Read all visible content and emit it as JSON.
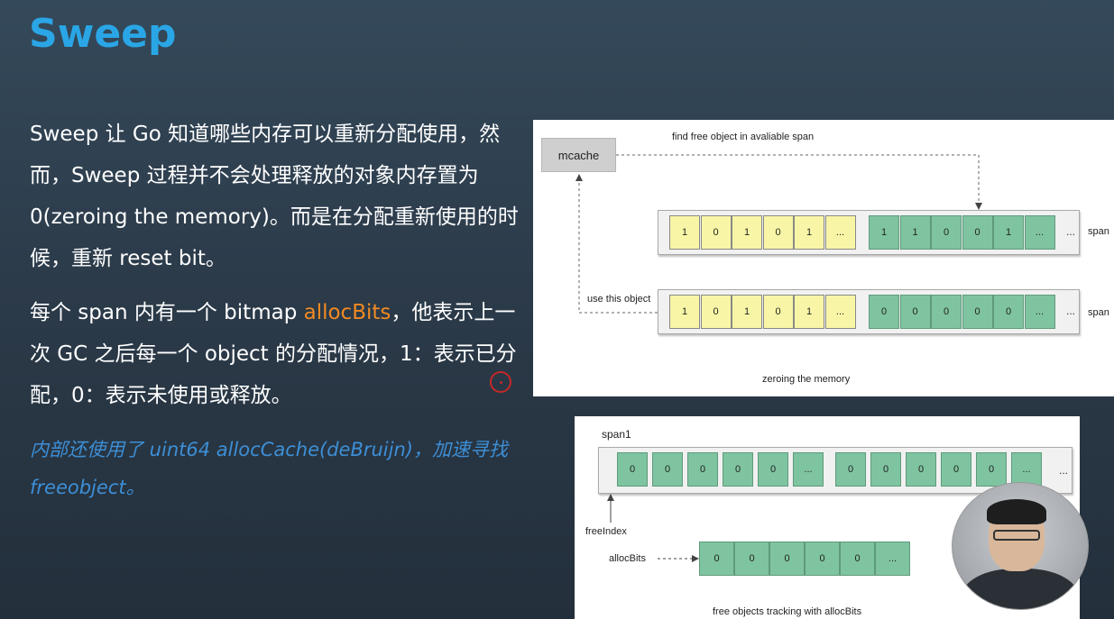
{
  "slide": {
    "title": "Sweep",
    "p1": "Sweep 让 Go 知道哪些内存可以重新分配使用，然而，Sweep 过程并不会处理释放的对象内存置为0(zeroing the memory)。而是在分配重新使用的时候，重新 reset bit。",
    "p2_before": "每个 span 内有一个 bitmap ",
    "p2_highlight": "allocBits",
    "p2_after": "，他表示上一次 GC 之后每一个 object 的分配情况，1：表示已分配，0：表示未使用或释放。",
    "note": "内部还使用了 uint64 allocCache(deBruijn)，加速寻找freeobject。",
    "highlight_color": "#f08a24",
    "title_color": "#2aa6e6",
    "note_color": "#3d8fd6"
  },
  "figure1": {
    "mcache_label": "mcache",
    "find_label": "find free object in avaliable span",
    "use_label": "use this object",
    "zero_label": "zeroing the memory",
    "span_label": "span",
    "ellipsis": "...",
    "row1": {
      "yellow": [
        "1",
        "0",
        "1",
        "0",
        "1",
        "..."
      ],
      "green": [
        "1",
        "1",
        "0",
        "0",
        "1",
        "..."
      ]
    },
    "row2": {
      "yellow": [
        "1",
        "0",
        "1",
        "0",
        "1",
        "..."
      ],
      "green": [
        "0",
        "0",
        "0",
        "0",
        "0",
        "..."
      ]
    }
  },
  "figure2": {
    "span_label": "span1",
    "free_index_label": "freeIndex",
    "alloc_bits_label": "allocBits",
    "caption": "free objects tracking with allocBits",
    "ellipsis": "...",
    "span_cells_a": [
      "0",
      "0",
      "0",
      "0",
      "0",
      "..."
    ],
    "span_cells_b": [
      "0",
      "0",
      "0",
      "0",
      "0",
      "..."
    ],
    "alloc_cells": [
      "0",
      "0",
      "0",
      "0",
      "0",
      "..."
    ]
  },
  "presenter": {
    "icon": "presenter-webcam-icon"
  }
}
